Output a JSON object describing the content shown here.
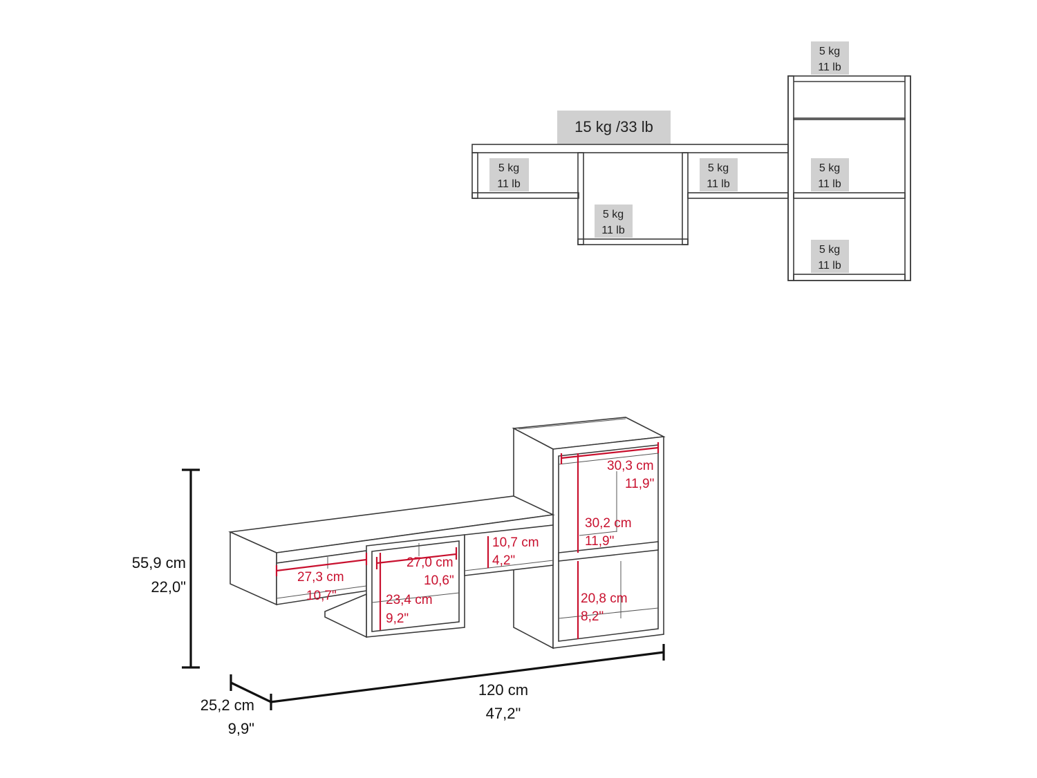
{
  "front_view": {
    "total_load": "15 kg /33 lb",
    "shelf_loads": [
      {
        "kg": "5 kg",
        "lb": "11 lb"
      },
      {
        "kg": "5 kg",
        "lb": "11 lb"
      },
      {
        "kg": "5 kg",
        "lb": "11 lb"
      },
      {
        "kg": "5 kg",
        "lb": "11 lb"
      },
      {
        "kg": "5 kg",
        "lb": "11 lb"
      },
      {
        "kg": "5 kg",
        "lb": "11 lb"
      }
    ]
  },
  "dimensions": {
    "height": {
      "cm": "55,9 cm",
      "in": "22,0\""
    },
    "width": {
      "cm": "120 cm",
      "in": "47,2\""
    },
    "depth": {
      "cm": "25,2 cm",
      "in": "9,9\""
    },
    "inner": [
      {
        "cm": "27,3 cm",
        "in": "10,7\""
      },
      {
        "cm": "27,0 cm",
        "in": "10,6\""
      },
      {
        "cm": "10,7 cm",
        "in": "4,2\""
      },
      {
        "cm": "23,4 cm",
        "in": "9,2\""
      },
      {
        "cm": "30,3 cm",
        "in": "11,9\""
      },
      {
        "cm": "30,2 cm",
        "in": "11,9\""
      },
      {
        "cm": "20,8 cm",
        "in": "8,2\""
      }
    ]
  },
  "colors": {
    "dimension_red": "#c8102e",
    "tag_gray": "#d0d0d0",
    "outline": "#3a3a3a"
  }
}
